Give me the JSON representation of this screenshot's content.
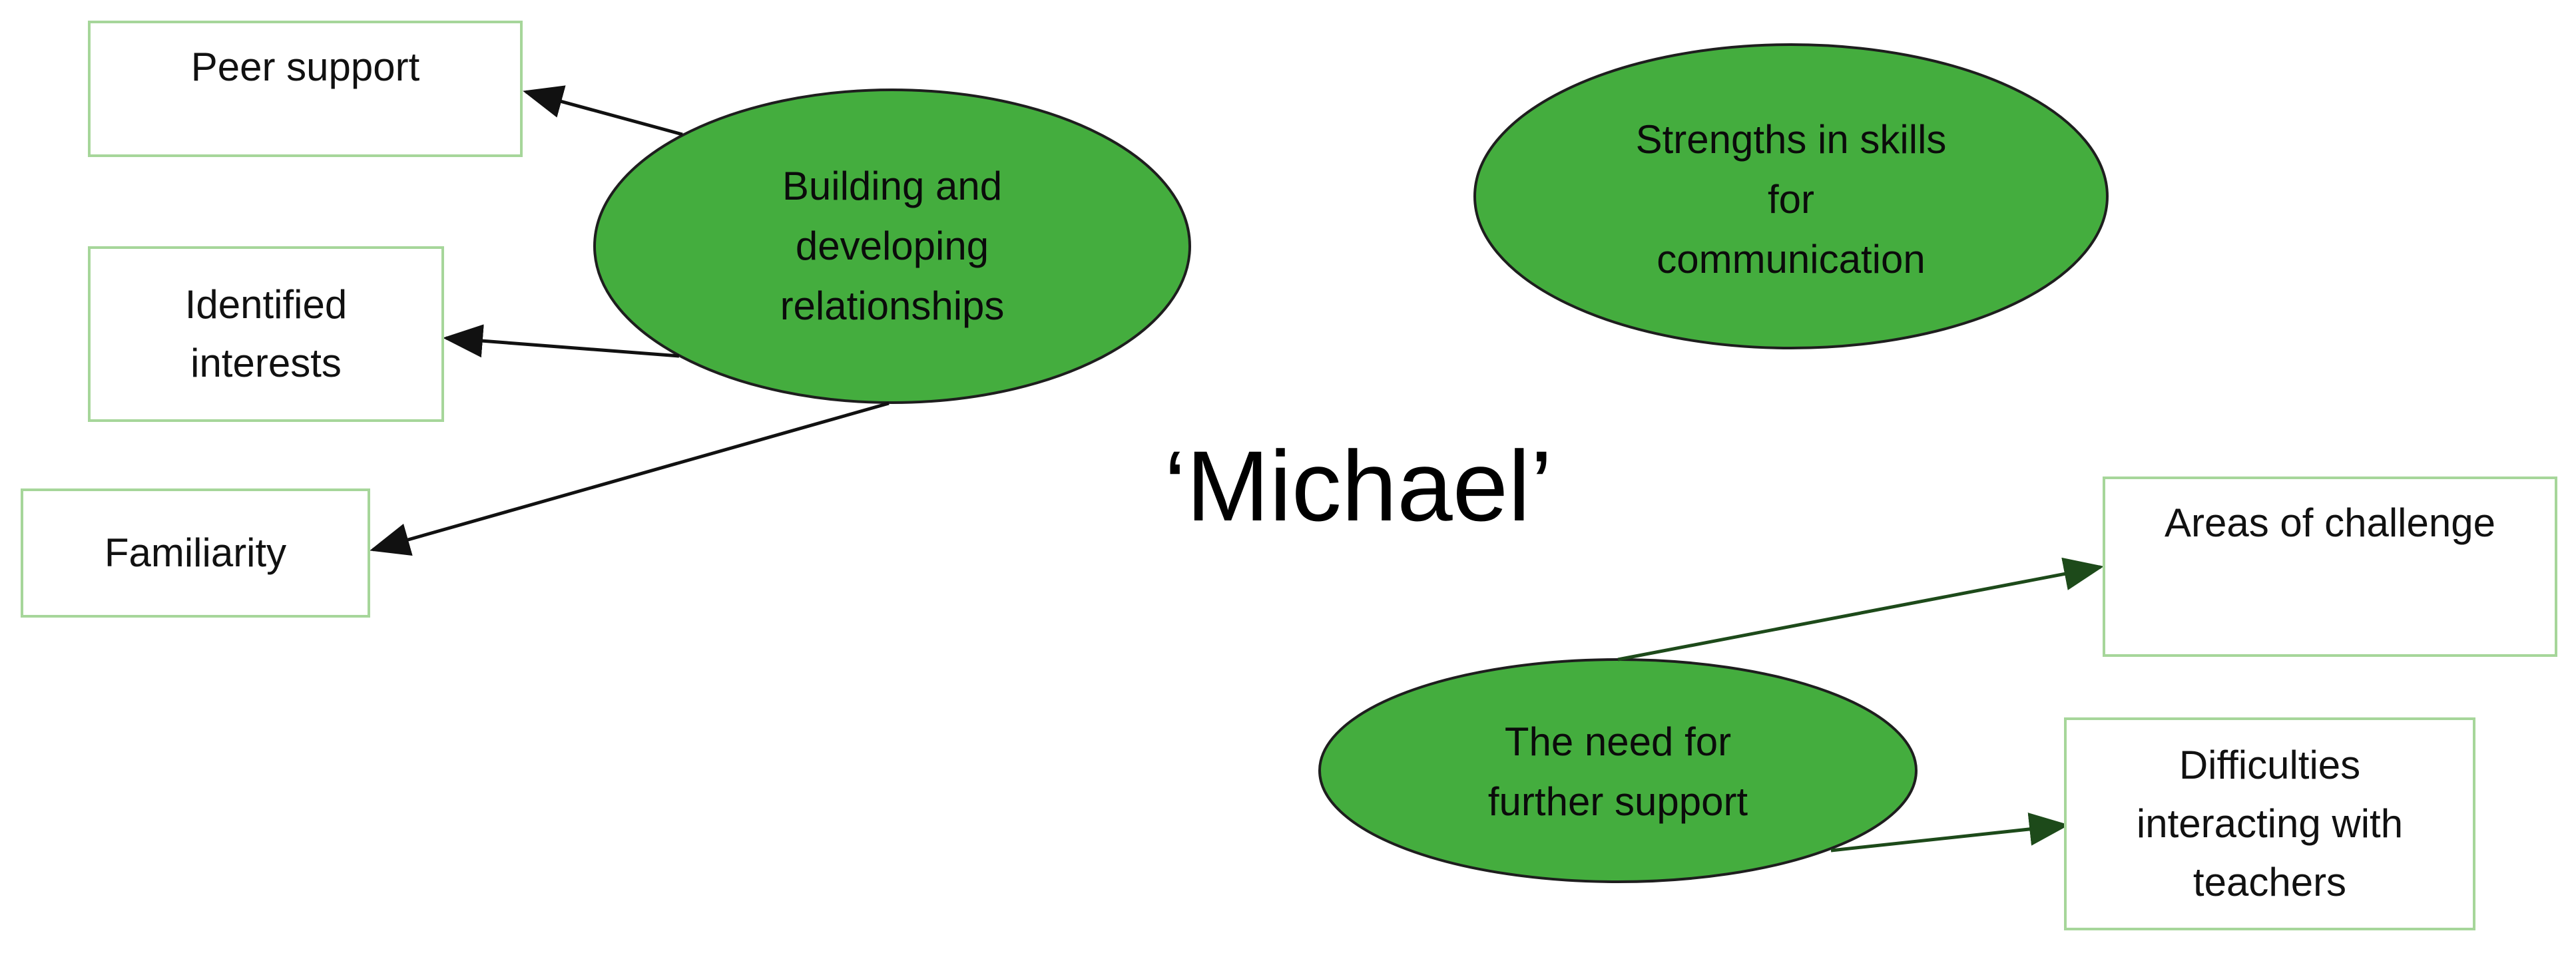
{
  "diagram": {
    "center_label": "‘Michael’",
    "themes": {
      "building": "Building and\ndeveloping\nrelationships",
      "strengths": "Strengths in skills\nfor\ncommunication",
      "need": "The need for\nfurther support"
    },
    "subthemes": {
      "peer_support": "Peer support",
      "identified_interests": "Identified\ninterests",
      "familiarity": "Familiarity",
      "areas_of_challenge": "Areas of challenge",
      "difficulties": "Difficulties\ninteracting with\nteachers"
    },
    "colors": {
      "theme_fill": "#44ad3e",
      "theme_stroke": "#1e1e1e",
      "box_border": "#a6d69a",
      "arrow_dark": "#111111",
      "arrow_green": "#1d4a1a"
    }
  }
}
